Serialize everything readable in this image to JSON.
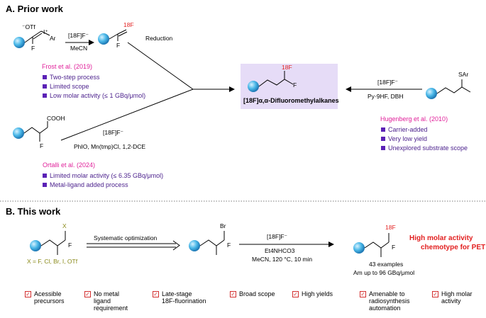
{
  "sections": {
    "a_title": "A. Prior work",
    "b_title": "B. This work"
  },
  "prior": {
    "reagent_1": "[18F]F⁻",
    "solvent_1": "MeCN",
    "reduction": "Reduction",
    "frost_ref": "Frost et al. (2019)",
    "frost_bullets": [
      "Two-step process",
      "Limited scope",
      "Low molar activity (≤ 1 GBq/μmol)"
    ],
    "reagent_2": "[18F]F⁻",
    "conditions_2": "PhIO, Mn(tmp)Cl, 1,2-DCE",
    "ortalli_ref": "Ortalli et al. (2024)",
    "ortalli_bullets": [
      "Limited molar activity (≤ 6.35 GBq/μmol)",
      "Metal-ligand added process"
    ],
    "center_product": "[18F]α,α-Difluoromethylalkanes",
    "reagent_3": "[18F]F⁻",
    "conditions_3": "Py·9HF, DBH",
    "hugenberg_ref": "Hugenberg et al. (2010)",
    "hugenberg_bullets": [
      "Carrier-added",
      "Very low yield",
      "Unexplored substrate scope"
    ],
    "labels": {
      "otf": "⁻OTf",
      "iplus": "I⁺",
      "ar": "Ar",
      "f": "F",
      "cooh": "COOH",
      "sar": "SAr",
      "f18": "18F"
    }
  },
  "this_work": {
    "x_def": "X = F, Cl, Br, I, OTf",
    "optimization": "Systematic optimization",
    "reagent": "[18F]F⁻",
    "base": "Et4NHCO3",
    "conditions": "MeCN, 120 °C, 10 min",
    "examples": "43 examples",
    "am": "Am up to 96 GBq/μmol",
    "highlight_1": "High molar activity",
    "highlight_2": "chemotype for PET",
    "labels": {
      "x": "X",
      "br": "Br",
      "f": "F",
      "f18": "18F"
    }
  },
  "features": [
    {
      "line1": "Acessible",
      "line2": "precursors",
      "line3": ""
    },
    {
      "line1": "No metal",
      "line2": "ligand",
      "line3": "requirement"
    },
    {
      "line1": "Late-stage",
      "line2": "18F-fluorination",
      "line3": ""
    },
    {
      "line1": "Broad scope",
      "line2": "",
      "line3": ""
    },
    {
      "line1": "High yields",
      "line2": "",
      "line3": ""
    },
    {
      "line1": "Amenable to",
      "line2": "radiosynthesis",
      "line3": "automation"
    },
    {
      "line1": "High molar",
      "line2": "activity",
      "line3": ""
    }
  ],
  "colors": {
    "bullet": "#5b21b6",
    "ref": "#e0209a",
    "highlight": "#e21f1f",
    "product_box": "#e6dcf7",
    "sphere": "#4ab8e8"
  }
}
